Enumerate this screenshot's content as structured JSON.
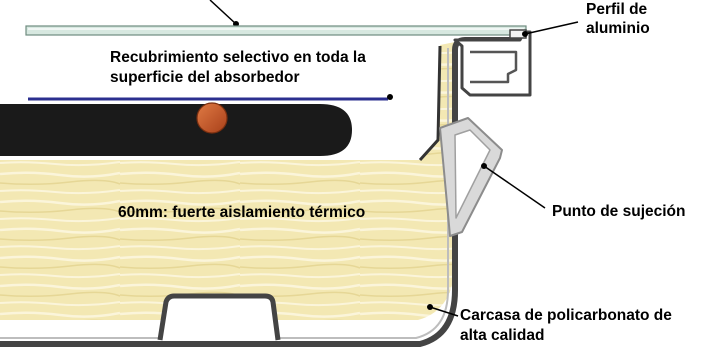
{
  "labels": {
    "perfil_line1": "Perfil de",
    "perfil_line2": "aluminio",
    "coating_line1": "Recubrimiento selectivo en toda la",
    "coating_line2": "superficie del absorbedor",
    "insulation": "60mm: fuerte aislamiento térmico",
    "clamp": "Punto de sujeción",
    "casing_line1": "Carcasa de policarbonato de",
    "casing_line2": "alta calidad"
  },
  "colors": {
    "insulation": "#f3e8b3",
    "absorber_tube": "#1a1a1a",
    "pipe": "#c4521e",
    "selective_coating": "#2b2f8f",
    "glass": "#d7e8e0",
    "profile_gray": "#8c8c8c"
  }
}
